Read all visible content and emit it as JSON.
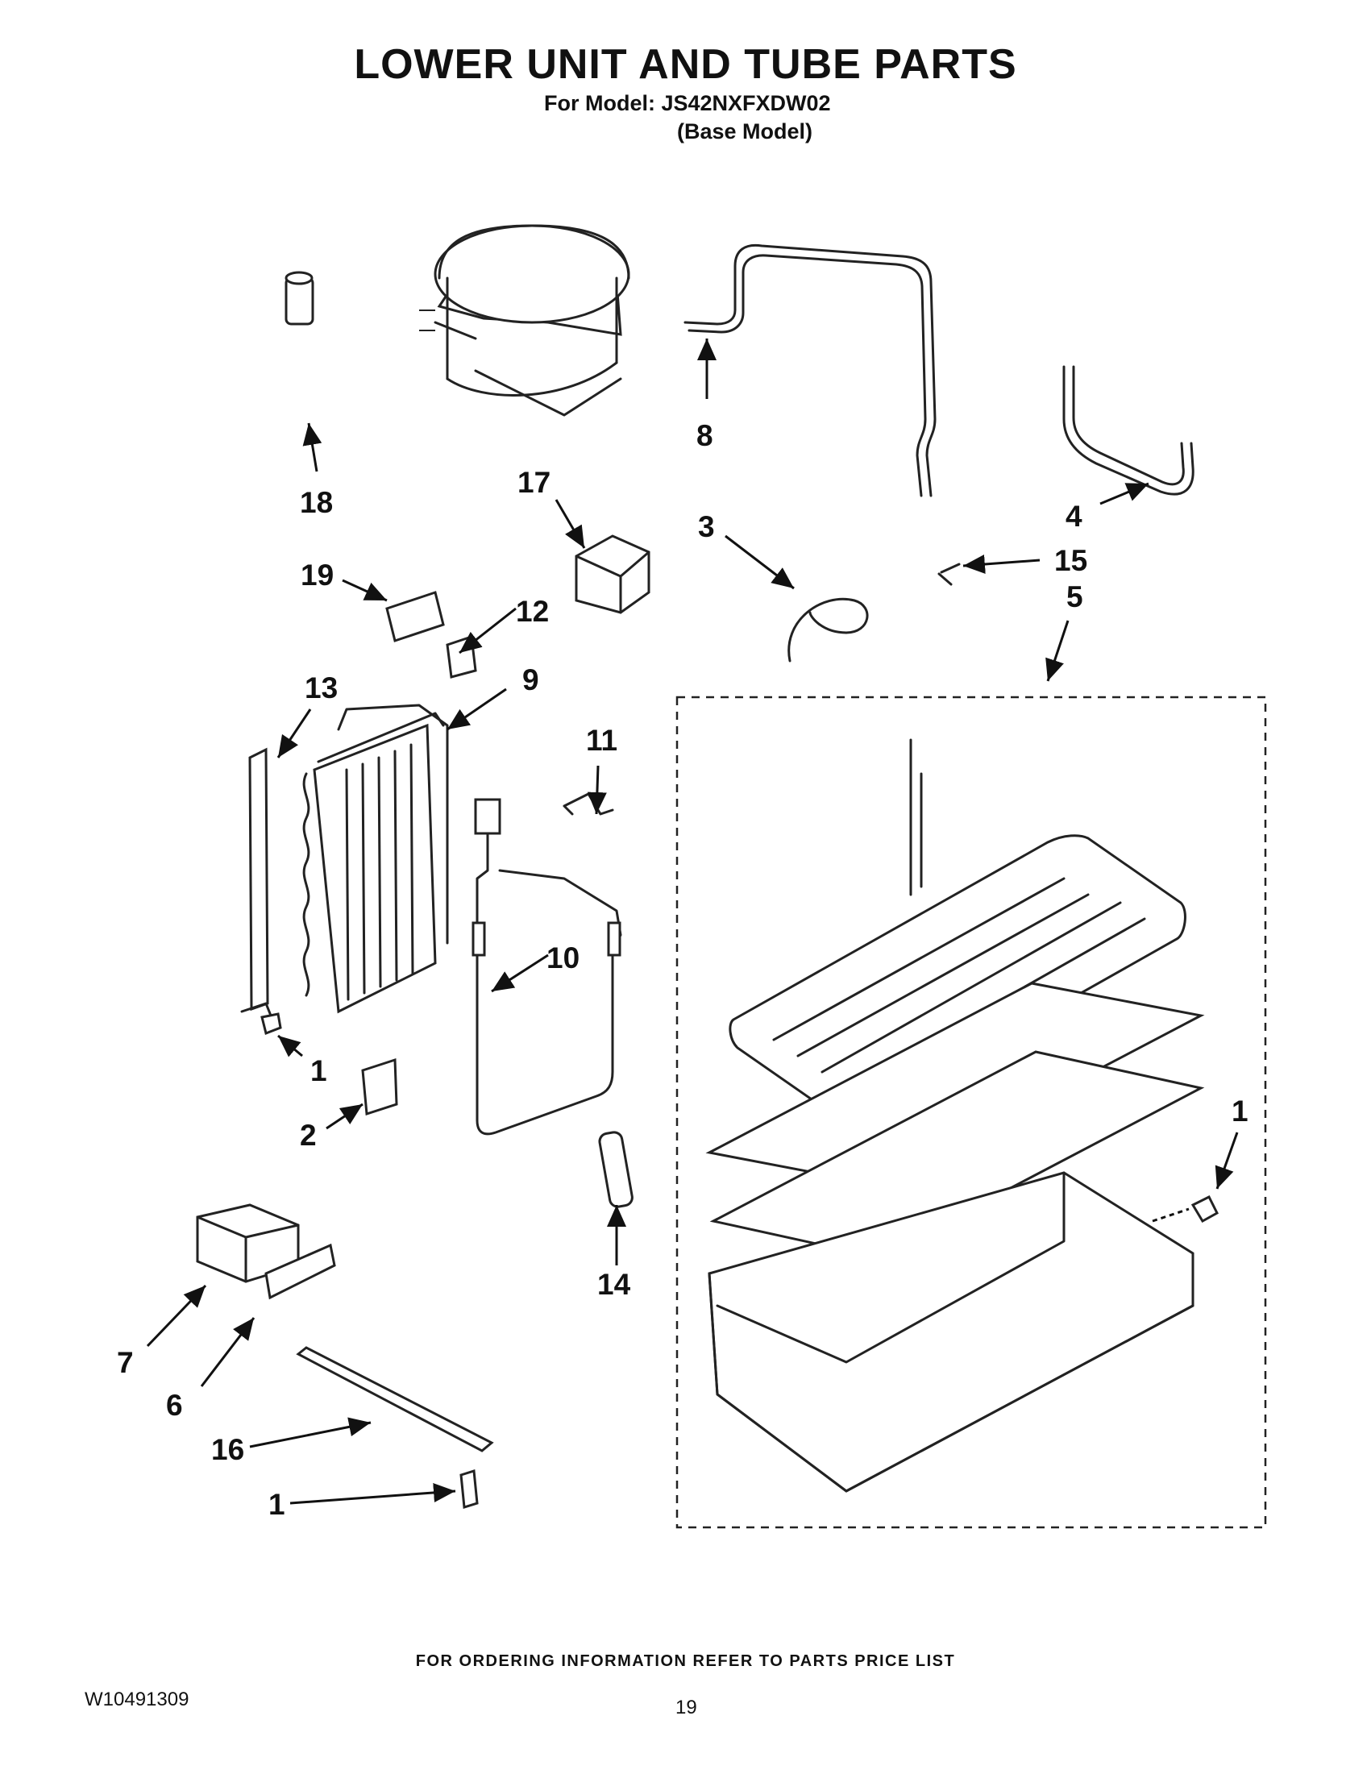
{
  "header": {
    "title": "LOWER UNIT AND TUBE PARTS",
    "model_line": "For Model: JS42NXFXDW02",
    "base_model": "(Base Model)"
  },
  "callouts": {
    "c1a": "1",
    "c1b": "1",
    "c1c": "1",
    "c2": "2",
    "c3": "3",
    "c4": "4",
    "c5": "5",
    "c6": "6",
    "c7": "7",
    "c8": "8",
    "c9": "9",
    "c10": "10",
    "c11": "11",
    "c12": "12",
    "c13": "13",
    "c14": "14",
    "c15": "15",
    "c16": "16",
    "c17": "17",
    "c18": "18",
    "c19": "19"
  },
  "footer": {
    "ordering_note": "FOR ORDERING INFORMATION REFER TO PARTS PRICE LIST",
    "doc_number": "W10491309",
    "page_number": "19"
  }
}
